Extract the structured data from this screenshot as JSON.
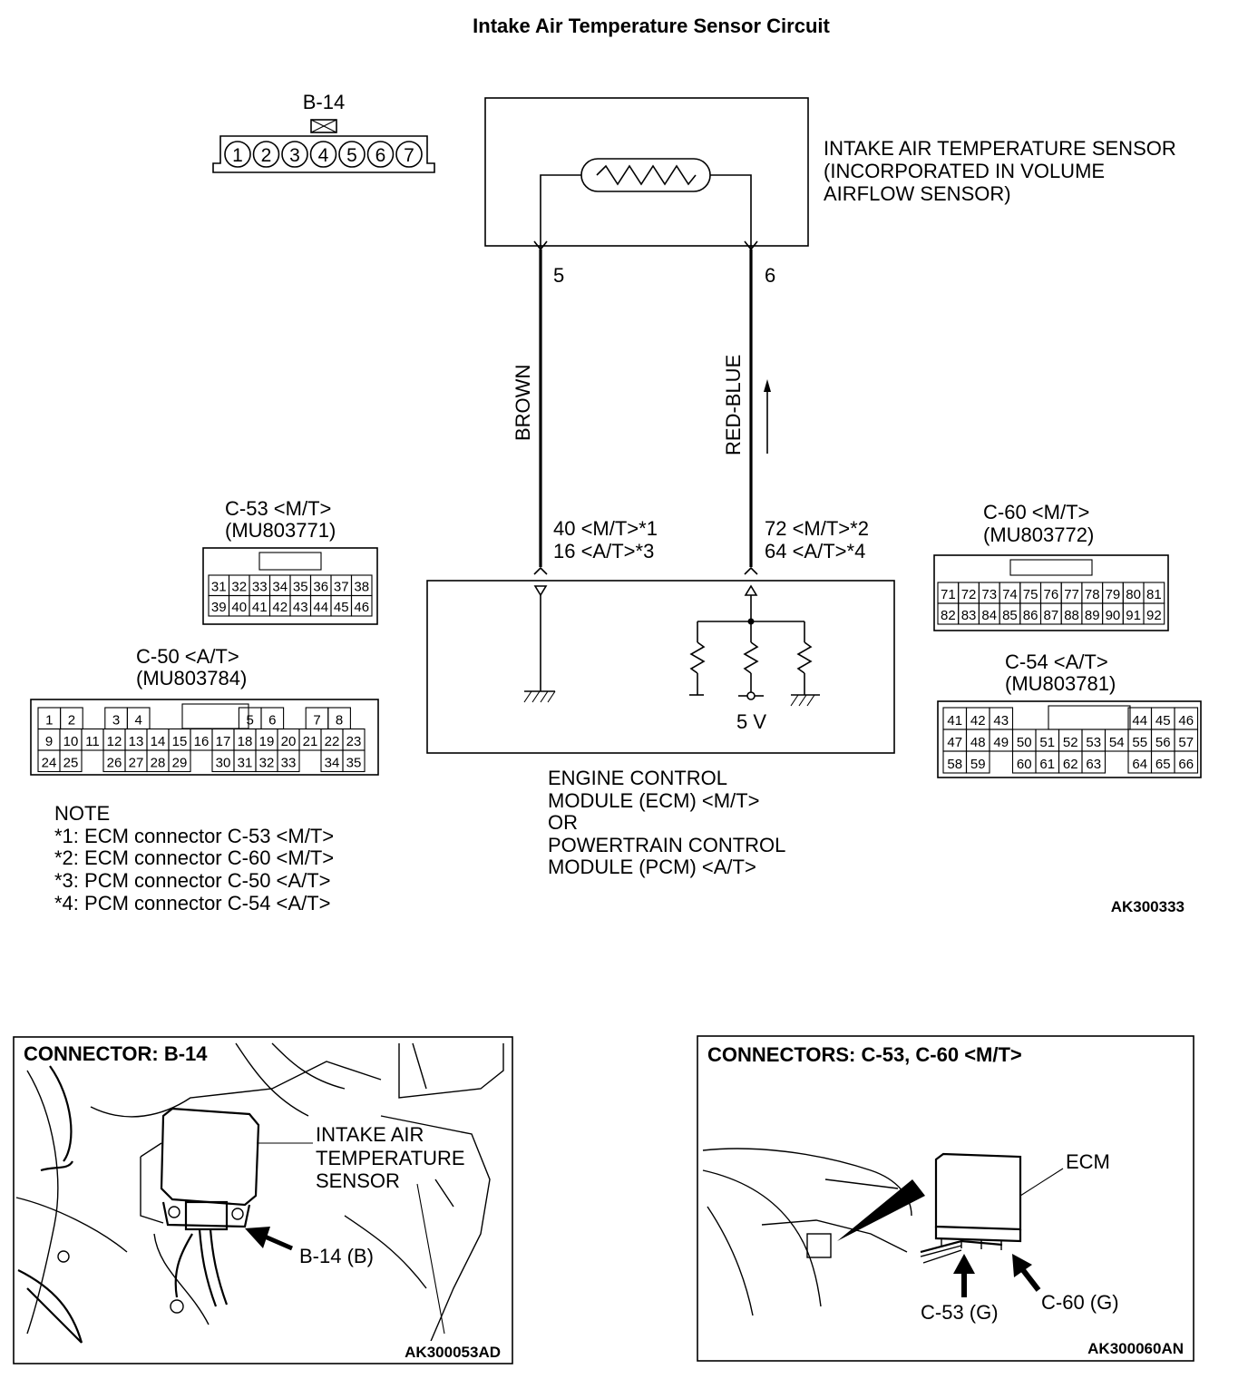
{
  "title": "Intake Air Temperature Sensor Circuit",
  "sensor": {
    "label_lines": [
      "INTAKE AIR TEMPERATURE SENSOR",
      "(INCORPORATED IN VOLUME",
      "AIRFLOW SENSOR)"
    ],
    "pin_left": "5",
    "pin_right": "6"
  },
  "wires": {
    "left": "BROWN",
    "right": "RED-BLUE"
  },
  "ecm_pins": {
    "left": [
      "40 <M/T>*1",
      "16 <A/T>*3"
    ],
    "right": [
      "72 <M/T>*2",
      "64 <A/T>*4"
    ]
  },
  "ecm": {
    "voltage": "5 V",
    "label_lines": [
      "ENGINE CONTROL",
      "MODULE (ECM) <M/T>",
      "OR",
      "POWERTRAIN CONTROL",
      "MODULE (PCM) <A/T>"
    ]
  },
  "connectors": {
    "b14": {
      "name": "B-14",
      "pins": [
        "1",
        "2",
        "3",
        "4",
        "5",
        "6",
        "7"
      ]
    },
    "c53": {
      "name": "C-53 <M/T>",
      "part": "(MU803771)",
      "row1": [
        "31",
        "32",
        "33",
        "34",
        "35",
        "36",
        "37",
        "38"
      ],
      "row2": [
        "39",
        "40",
        "41",
        "42",
        "43",
        "44",
        "45",
        "46"
      ]
    },
    "c50": {
      "name": "C-50 <A/T>",
      "part": "(MU803784)",
      "row1": [
        "1",
        "2",
        "",
        "3",
        "4",
        "",
        "",
        "",
        "",
        "5",
        "6",
        "",
        "7",
        "8"
      ],
      "row2": [
        "9",
        "10",
        "11",
        "12",
        "13",
        "14",
        "15",
        "16",
        "17",
        "18",
        "19",
        "20",
        "21",
        "22",
        "23"
      ],
      "row3": [
        "24",
        "25",
        "",
        "26",
        "27",
        "28",
        "29",
        "",
        "30",
        "31",
        "32",
        "33",
        "",
        "34",
        "35"
      ]
    },
    "c60": {
      "name": "C-60 <M/T>",
      "part": "(MU803772)",
      "row1": [
        "71",
        "72",
        "73",
        "74",
        "75",
        "76",
        "77",
        "78",
        "79",
        "80",
        "81"
      ],
      "row2": [
        "82",
        "83",
        "84",
        "85",
        "86",
        "87",
        "88",
        "89",
        "90",
        "91",
        "92"
      ]
    },
    "c54": {
      "name": "C-54 <A/T>",
      "part": "(MU803781)",
      "row1": [
        "41",
        "42",
        "43",
        "",
        "",
        "",
        "",
        "",
        "44",
        "45",
        "46"
      ],
      "row2": [
        "47",
        "48",
        "49",
        "50",
        "51",
        "52",
        "53",
        "54",
        "55",
        "56",
        "57"
      ],
      "row3": [
        "58",
        "59",
        "",
        "60",
        "61",
        "62",
        "63",
        "",
        "64",
        "65",
        "66"
      ]
    }
  },
  "notes": {
    "heading": "NOTE",
    "items": [
      "*1: ECM connector C-53 <M/T>",
      "*2: ECM connector C-60 <M/T>",
      "*3: PCM connector C-50 <A/T>",
      "*4: PCM connector C-54 <A/T>"
    ]
  },
  "figure_code_top": "AK300333",
  "panel_left": {
    "title": "CONNECTOR: B-14",
    "callout_lines": [
      "INTAKE AIR",
      "TEMPERATURE",
      "SENSOR"
    ],
    "arrow_label": "B-14 (B)",
    "code": "AK300053AD"
  },
  "panel_right": {
    "title": "CONNECTORS: C-53, C-60 <M/T>",
    "ecm_label": "ECM",
    "label_c53": "C-53 (G)",
    "label_c60": "C-60 (G)",
    "code": "AK300060AN"
  }
}
